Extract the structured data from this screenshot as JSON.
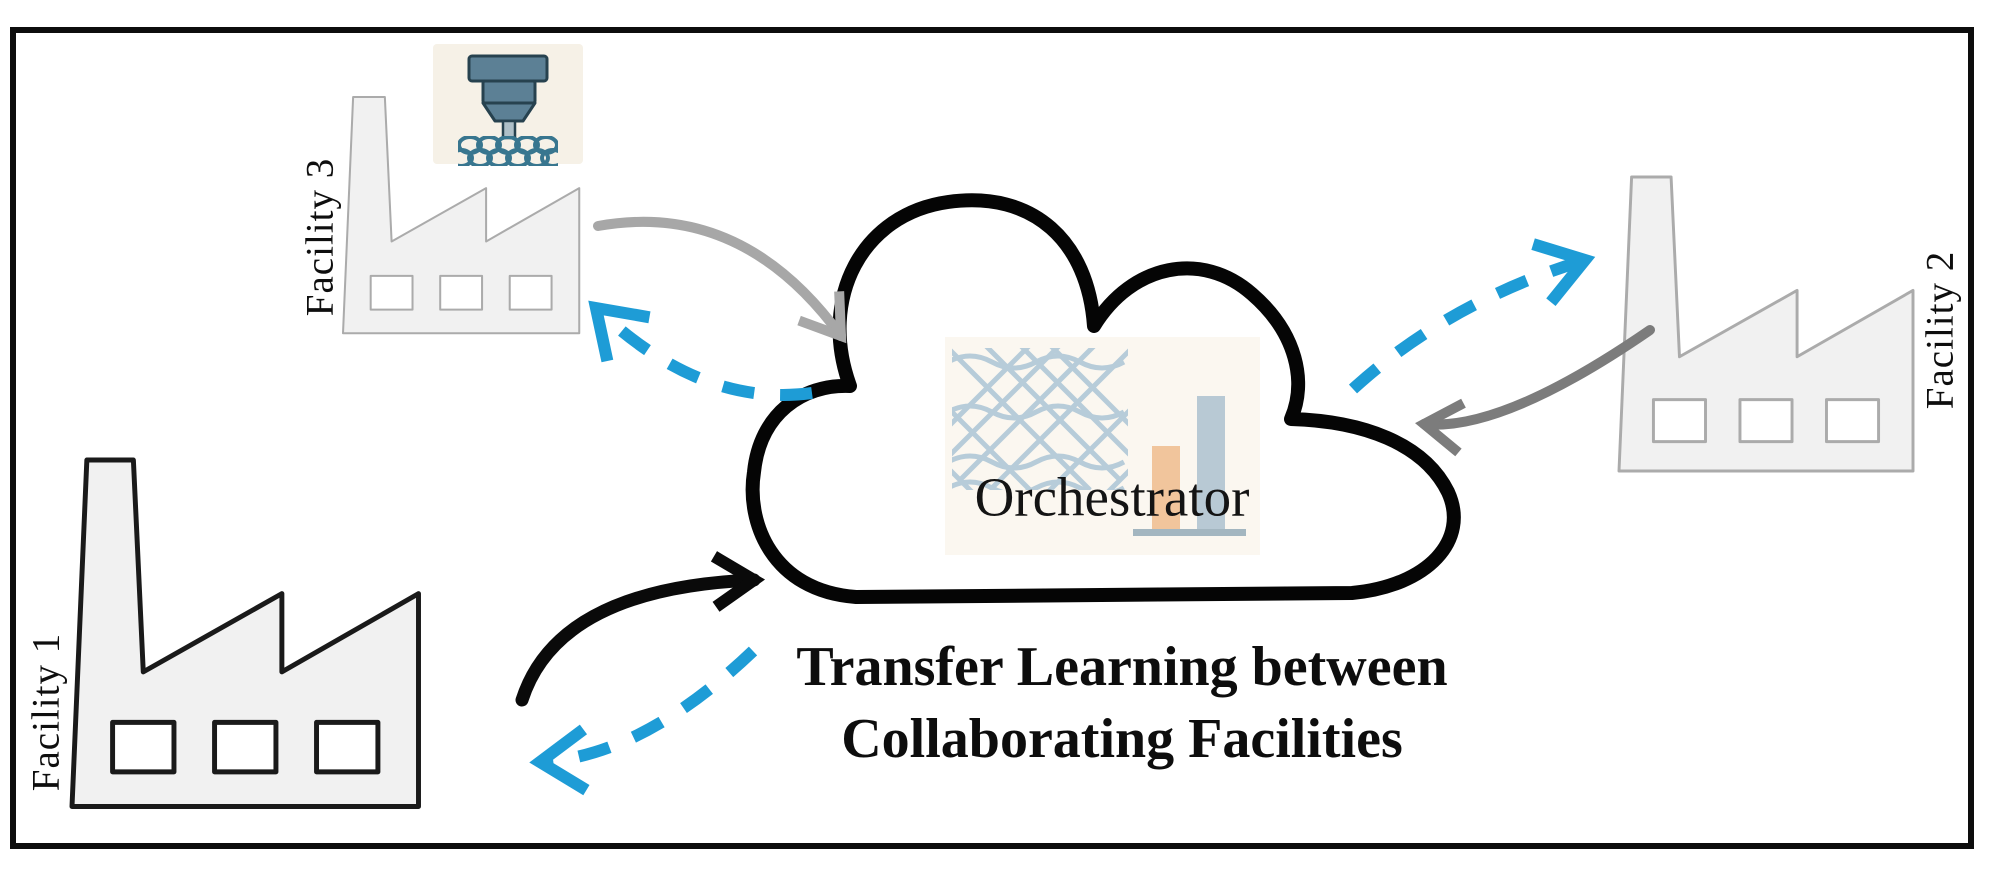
{
  "diagram_title": "Transfer learning orchestration diagram",
  "facilities": [
    {
      "id": "facility-1",
      "label": "Facility 1"
    },
    {
      "id": "facility-2",
      "label": "Facility 2"
    },
    {
      "id": "facility-3",
      "label": "Facility 3"
    }
  ],
  "cloud": {
    "label": "Orchestrator"
  },
  "caption": {
    "line1": "Transfer Learning between",
    "line2": "Collaborating Facilities"
  },
  "icons": {
    "printer": "3d-printer-nozzle-with-mesh-icon",
    "orchestrator": "woven-mesh-and-bar-chart-icon"
  },
  "colors": {
    "blue_dashed_arrow": "#1E9CD6",
    "light_gray_arrow": "#A7A7A7",
    "dark_gray_arrow": "#7C7C7C",
    "black_arrow": "#0A0A0A",
    "factory_fill": "#F1F1F1",
    "facility1_stroke": "#1A1A1A",
    "facility23_stroke": "#ABABAB",
    "cloud_stroke": "#050505",
    "mesh_light_blue": "#B7CCD9",
    "panel_beige": "#FBF7F0",
    "bar_orange": "#F1C59C",
    "bar_blue": "#B8C9D4",
    "bar_baseline": "#A3B6C0",
    "printer_bg": "#F6F1E7",
    "printer_nozzle": "#5C8095",
    "printer_dark": "#27424F",
    "printer_mesh": "#38768F"
  }
}
